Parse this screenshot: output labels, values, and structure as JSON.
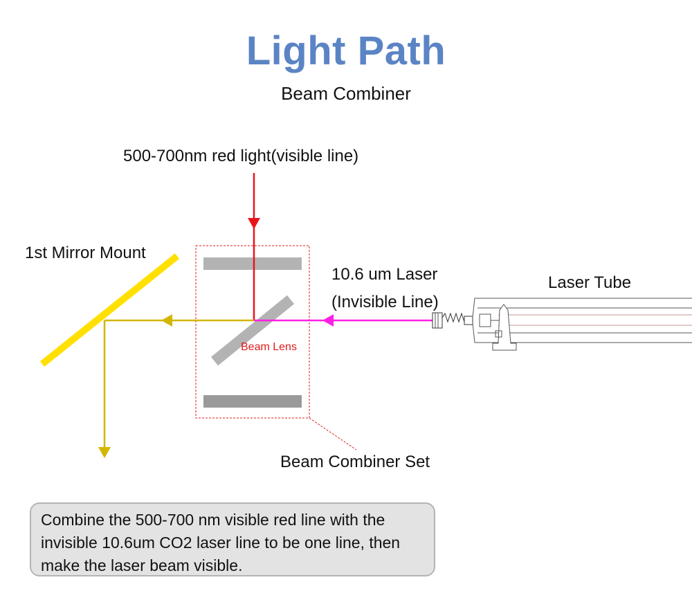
{
  "title": "Light Path",
  "subtitle": "Beam Combiner",
  "labels": {
    "red_light": "500-700nm red light(visible line)",
    "mirror_mount": "1st Mirror Mount",
    "laser_line1": "10.6 um Laser",
    "laser_line2": "(Invisible Line)",
    "laser_tube": "Laser Tube",
    "beam_lens": "Beam Lens",
    "combiner_set": "Beam Combiner Set"
  },
  "note": "Combine the 500-700 nm visible red line with the invisible 10.6um CO2 laser line to be one line, then make the laser beam visible.",
  "colors": {
    "title": "#5b84c4",
    "red_beam": "#e8141b",
    "laser_beam": "#ff1ee6",
    "combined_beam": "#d2b600",
    "mirror": "#ffe000",
    "plate": "#b3b3b3",
    "combiner_border": "#e01b1b"
  }
}
